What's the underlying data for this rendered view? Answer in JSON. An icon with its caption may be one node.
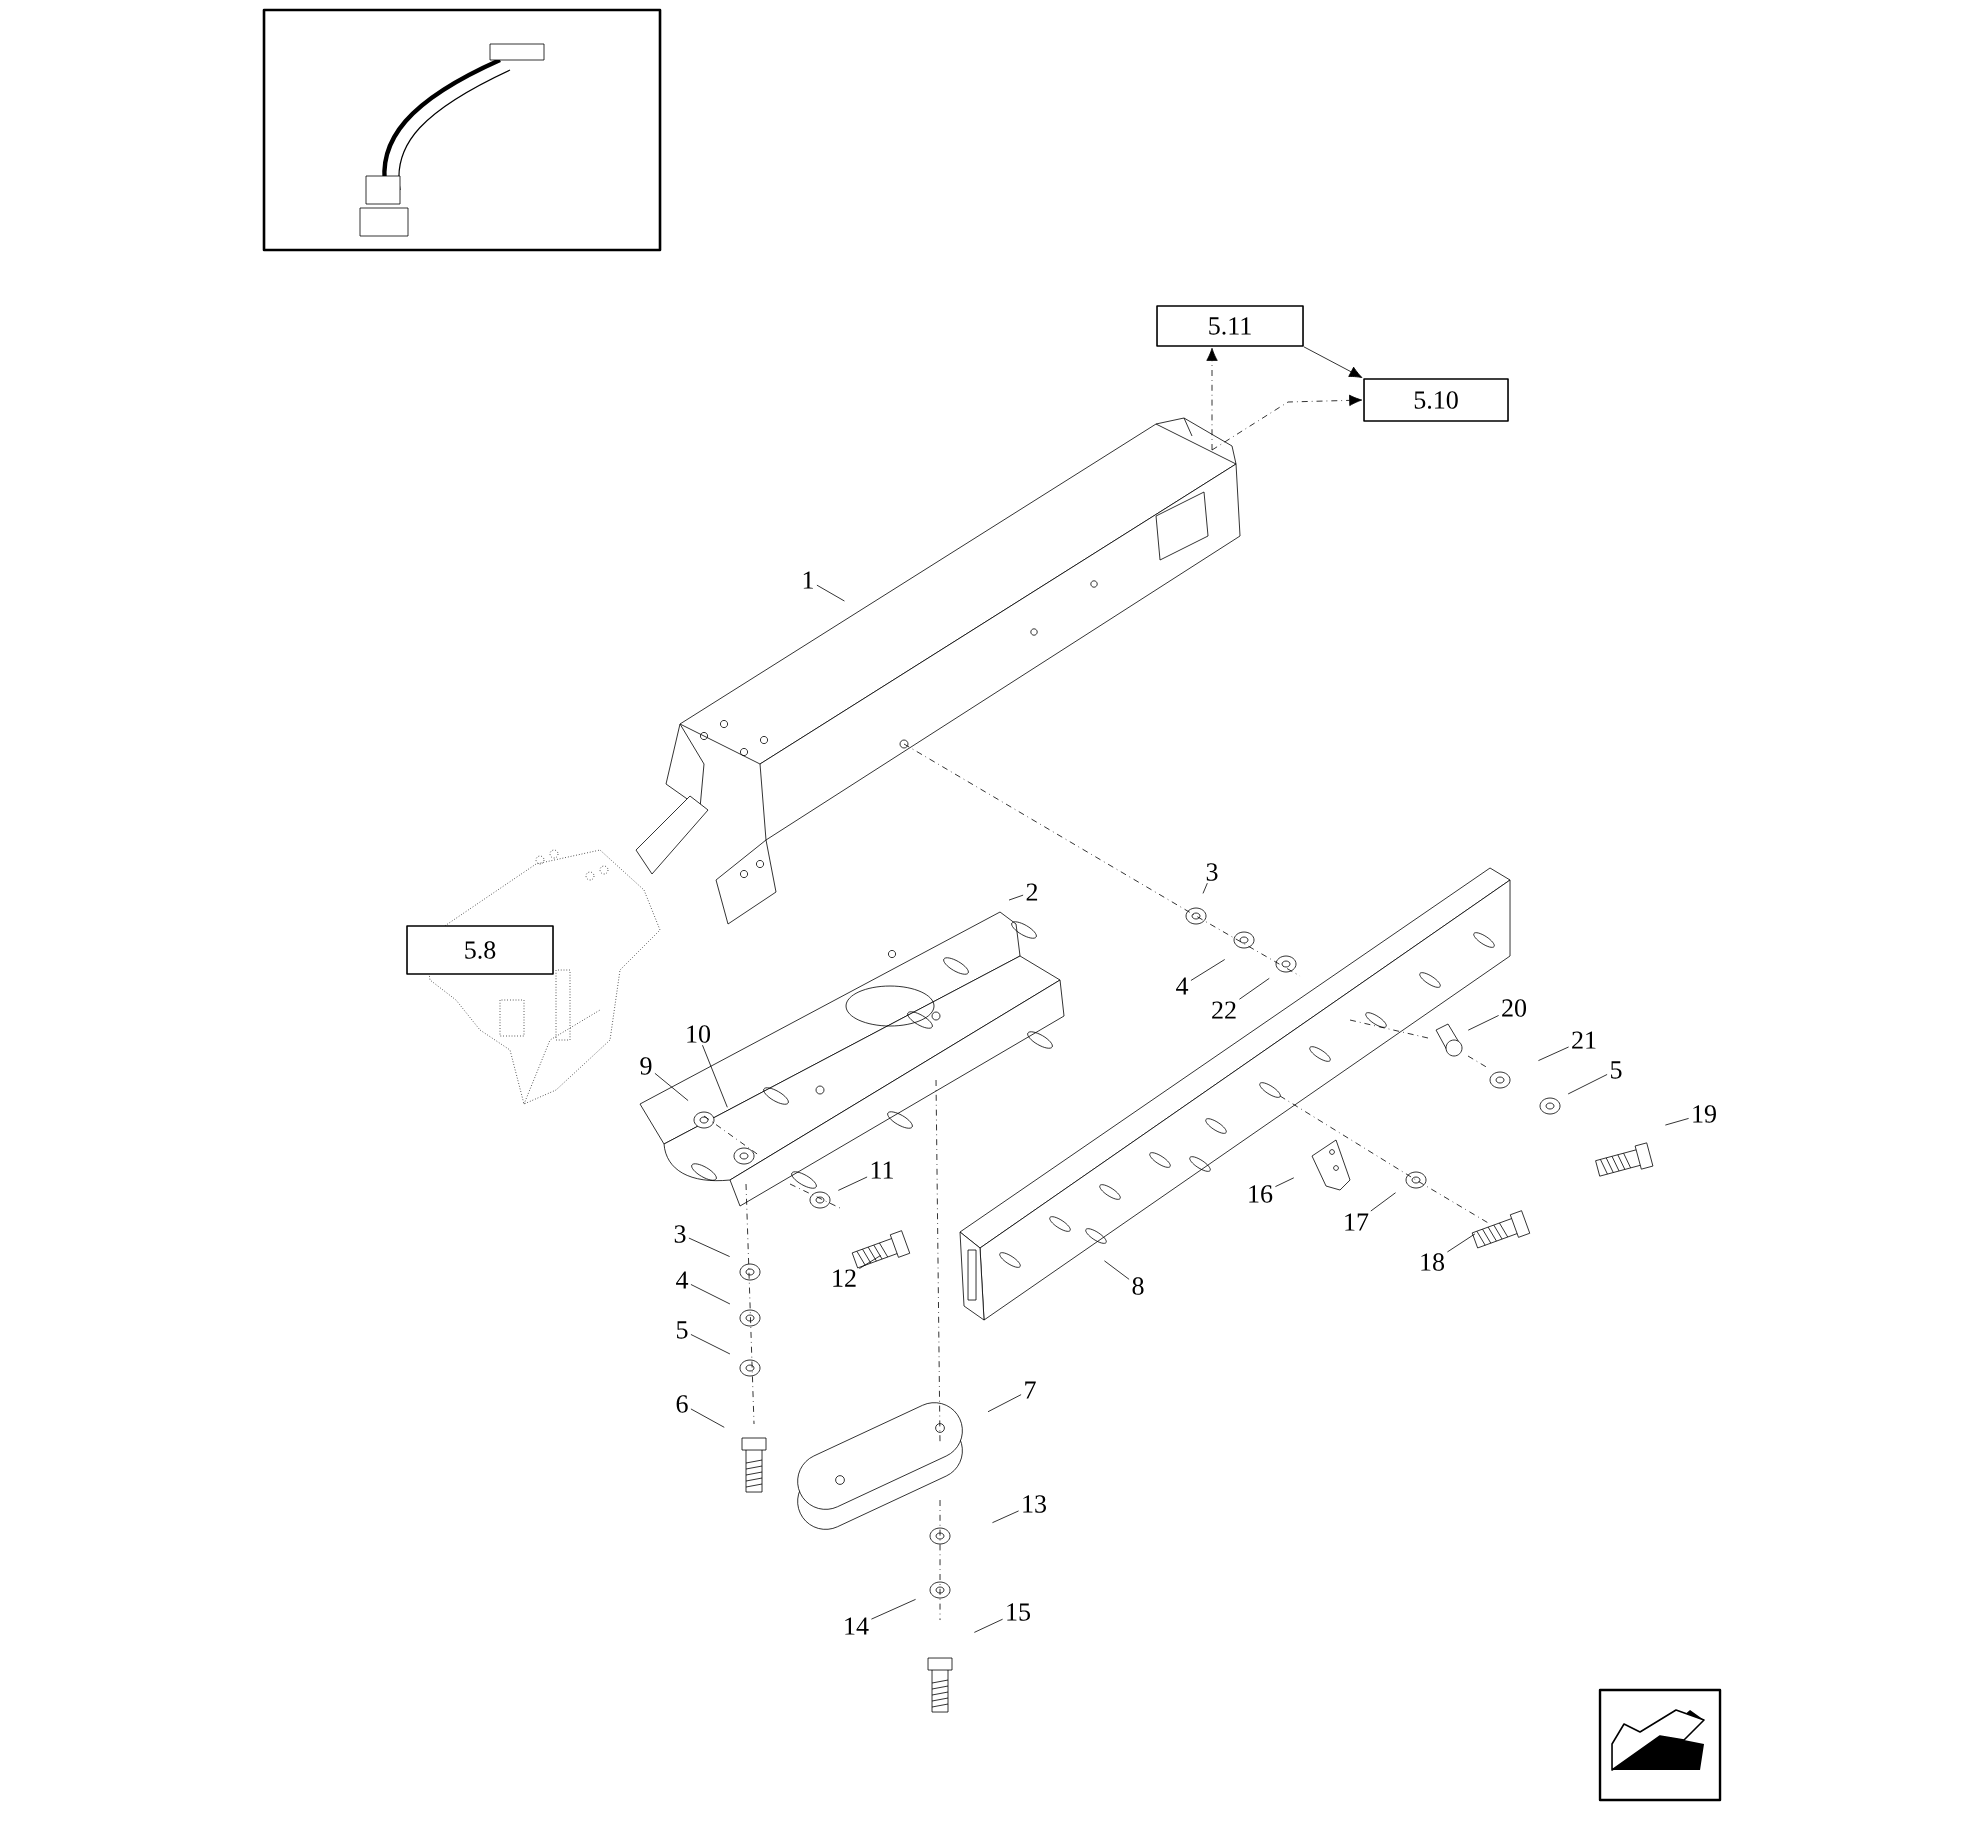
{
  "diagram": {
    "nodes": [
      {
        "text": [
          "5.11"
        ]
      },
      {
        "text": [
          "5.10"
        ]
      },
      {
        "text": [
          "5.8"
        ]
      },
      {
        "text": [
          "1"
        ]
      },
      {
        "text": [
          "3"
        ]
      },
      {
        "text": [
          "2"
        ]
      },
      {
        "text": [
          "4"
        ]
      },
      {
        "text": [
          "20"
        ]
      },
      {
        "text": [
          "22"
        ]
      },
      {
        "text": [
          "10"
        ]
      },
      {
        "text": [
          "21"
        ]
      },
      {
        "text": [
          "9"
        ]
      },
      {
        "text": [
          "5"
        ]
      },
      {
        "text": [
          "19"
        ]
      },
      {
        "text": [
          "11"
        ]
      },
      {
        "text": [
          "16"
        ]
      },
      {
        "text": [
          "17"
        ]
      },
      {
        "text": [
          "3"
        ]
      },
      {
        "text": [
          "18"
        ]
      },
      {
        "text": [
          "12"
        ]
      },
      {
        "text": [
          "4"
        ]
      },
      {
        "text": [
          "8"
        ]
      },
      {
        "text": [
          "5"
        ]
      },
      {
        "text": [
          "7"
        ]
      },
      {
        "text": [
          "6"
        ]
      },
      {
        "text": [
          "13"
        ]
      },
      {
        "text": [
          "15"
        ]
      },
      {
        "text": [
          "14"
        ]
      }
    ],
    "edges": [
      {
        "from": null,
        "to": 0,
        "arrow": "to",
        "style": "dashed"
      },
      {
        "from": 0,
        "to": 1,
        "arrow": "to"
      },
      {
        "from": null,
        "to": 1,
        "arrow": "to",
        "style": "dashed"
      },
      {
        "from": 3,
        "to": null,
        "arrow": "none"
      },
      {
        "from": 4,
        "to": null,
        "arrow": "none"
      },
      {
        "from": 5,
        "to": null,
        "arrow": "none"
      },
      {
        "from": 6,
        "to": null,
        "arrow": "none"
      },
      {
        "from": 7,
        "to": null,
        "arrow": "none"
      },
      {
        "from": 8,
        "to": null,
        "arrow": "none"
      },
      {
        "from": 9,
        "to": null,
        "arrow": "none"
      },
      {
        "from": 10,
        "to": null,
        "arrow": "none"
      },
      {
        "from": 11,
        "to": null,
        "arrow": "none"
      },
      {
        "from": 12,
        "to": null,
        "arrow": "none"
      },
      {
        "from": 13,
        "to": null,
        "arrow": "none"
      },
      {
        "from": 14,
        "to": null,
        "arrow": "none"
      },
      {
        "from": 15,
        "to": null,
        "arrow": "none"
      },
      {
        "from": 16,
        "to": null,
        "arrow": "none"
      },
      {
        "from": 17,
        "to": null,
        "arrow": "none"
      },
      {
        "from": 18,
        "to": null,
        "arrow": "none"
      },
      {
        "from": 19,
        "to": null,
        "arrow": "none"
      },
      {
        "from": 20,
        "to": null,
        "arrow": "none"
      },
      {
        "from": 21,
        "to": null,
        "arrow": "none"
      },
      {
        "from": 22,
        "to": null,
        "arrow": "none"
      },
      {
        "from": 23,
        "to": null,
        "arrow": "none"
      },
      {
        "from": 24,
        "to": null,
        "arrow": "none"
      },
      {
        "from": 25,
        "to": null,
        "arrow": "none"
      },
      {
        "from": 26,
        "to": null,
        "arrow": "none"
      },
      {
        "from": 27,
        "to": null,
        "arrow": "none"
      }
    ]
  }
}
